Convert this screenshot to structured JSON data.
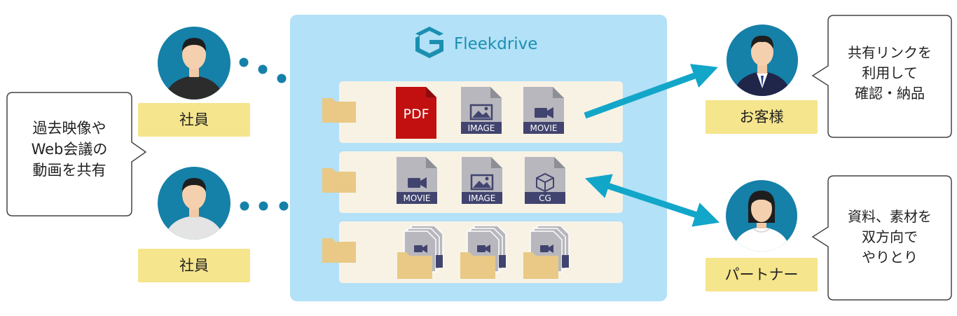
{
  "brand": {
    "name": "Fleekdrive",
    "color": "#1b8fb0"
  },
  "left_bubble": {
    "lines": [
      "過去映像や",
      "Web会議の",
      "動画を共有"
    ]
  },
  "employees": [
    {
      "label": "社員"
    },
    {
      "label": "社員"
    }
  ],
  "right_people": [
    {
      "label": "お客様",
      "bubble_lines": [
        "共有リンクを",
        "利用して",
        "確認・納品"
      ]
    },
    {
      "label": "パートナー",
      "bubble_lines": [
        "資料、素材を",
        "双方向で",
        "やりとり"
      ]
    }
  ],
  "rows": [
    {
      "files": [
        {
          "type": "pdf",
          "label": "PDF"
        },
        {
          "type": "image",
          "label": "IMAGE"
        },
        {
          "type": "movie",
          "label": "MOVIE"
        }
      ]
    },
    {
      "files": [
        {
          "type": "movie",
          "label": "MOVIE"
        },
        {
          "type": "image",
          "label": "IMAGE"
        },
        {
          "type": "cg",
          "label": "CG"
        }
      ]
    },
    {
      "files": [
        {
          "type": "stack"
        },
        {
          "type": "stack"
        },
        {
          "type": "stack"
        }
      ]
    }
  ],
  "colors": {
    "panel": "#b2e1f8",
    "row": "#f8f2e5",
    "label_box": "#f5e58c",
    "avatar": "#1580a8",
    "arrow": "#12a6c9",
    "folder": "#e9c985",
    "file_gray": "#b7b7bd",
    "file_band": "#41446e",
    "pdf": "#c21010"
  }
}
